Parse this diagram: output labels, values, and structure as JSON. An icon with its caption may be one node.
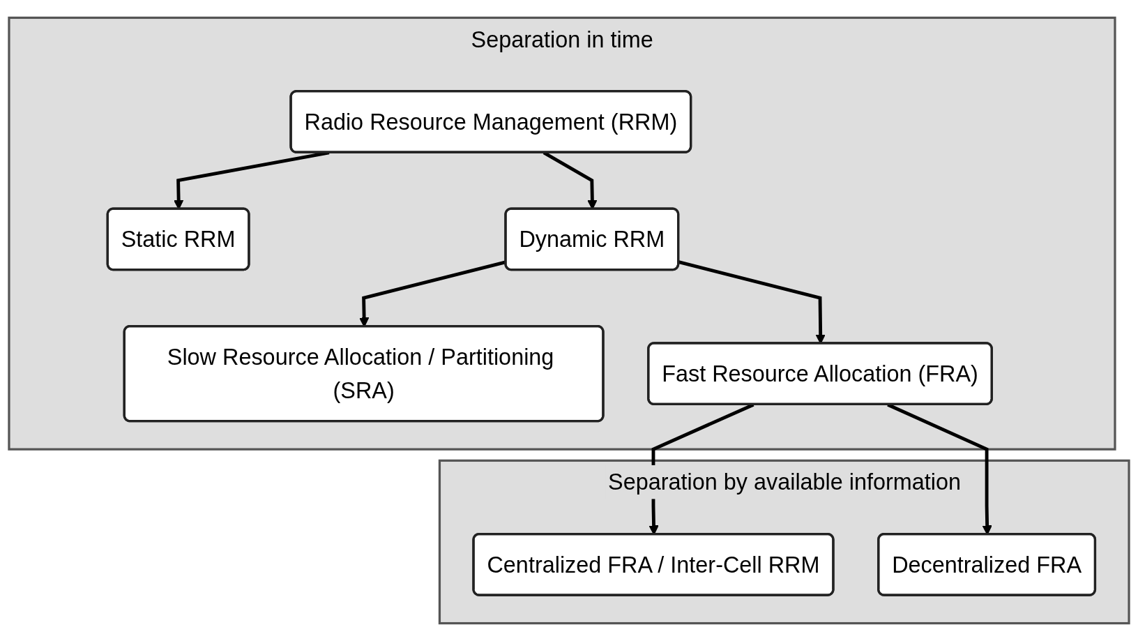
{
  "diagram": {
    "nodes": [
      {
        "text": [
          "Separation in time"
        ]
      },
      {
        "text": [
          "Radio Resource Management (RRM)"
        ],
        "in": 0
      },
      {
        "text": [
          "Static RRM"
        ],
        "in": 0
      },
      {
        "text": [
          "Dynamic RRM"
        ],
        "in": 0
      },
      {
        "text": [
          "Slow Resource Allocation / Partitioning (SRA)"
        ],
        "in": 0
      },
      {
        "text": [
          "Fast Resource Allocation (FRA)"
        ],
        "in": 0
      },
      {
        "text": [
          "Separation by available information"
        ]
      },
      {
        "text": [
          "Centralized FRA / Inter-Cell RRM"
        ],
        "in": 6
      },
      {
        "text": [
          "Decentralized FRA"
        ],
        "in": 6
      }
    ],
    "edges": [
      {
        "from": 1,
        "to": 2,
        "arrow": "to"
      },
      {
        "from": 1,
        "to": 3,
        "arrow": "to"
      },
      {
        "from": 3,
        "to": 4,
        "arrow": "to"
      },
      {
        "from": 3,
        "to": 5,
        "arrow": "to"
      },
      {
        "from": 5,
        "to": 7,
        "arrow": "to"
      },
      {
        "from": 5,
        "to": 8,
        "arrow": "to"
      }
    ]
  }
}
